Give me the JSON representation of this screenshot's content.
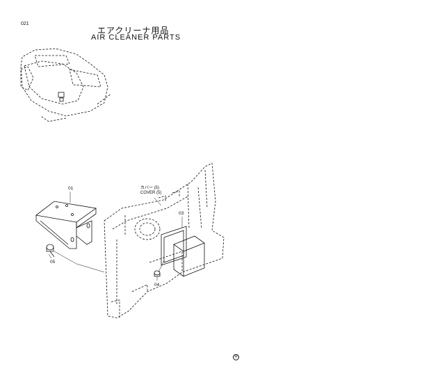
{
  "page": {
    "number": "021",
    "title_jp": "エアクリーナ用品",
    "title_en": "AIR CLEANER PARTS",
    "mark": "M"
  },
  "callouts": [
    {
      "id": "01"
    },
    {
      "id": "03"
    },
    {
      "id": "04"
    },
    {
      "id": "05"
    }
  ],
  "cover_label": {
    "jp": "カバー (5)",
    "en": "COVER (5)"
  }
}
